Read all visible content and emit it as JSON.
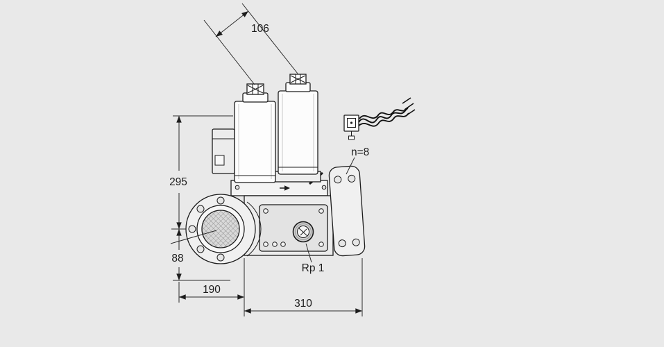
{
  "drawing": {
    "dimensions": {
      "depth": "106",
      "height_above_axis": "295",
      "height_below_axis": "88",
      "width_left": "190",
      "width_overall": "310"
    },
    "labels": {
      "connection_thread": "Rp 1",
      "flange_bolt_count": "n=8"
    },
    "colors": {
      "background": "#e9e9e9",
      "line": "#1c1c1c"
    }
  }
}
